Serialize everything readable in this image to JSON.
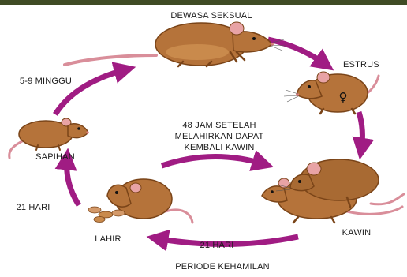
{
  "stages": {
    "adult": "DEWASA SEKSUAL",
    "estrus": "ESTRUS",
    "mating": "KAWIN",
    "gestation_days": "21 HARI",
    "gestation": "PERIODE KEHAMILAN",
    "birth": "LAHIR",
    "nursing_days": "21 HARI",
    "weaning": "SAPIHAN",
    "maturation": "5-9 MINGGU"
  },
  "postpartum": {
    "line1": "48 JAM SETELAH",
    "line2": "MELAHIRKAN DAPAT",
    "line3": "KEMBALI KAWIN"
  },
  "estrus_symbol": "♀",
  "colors": {
    "arrow": "#a01c83",
    "mouse_body": "#b5733a",
    "mouse_dark": "#7a4418",
    "ear_pink": "#e8a3a5",
    "tail": "#d98e9a",
    "background_top": "#3f4b24"
  }
}
